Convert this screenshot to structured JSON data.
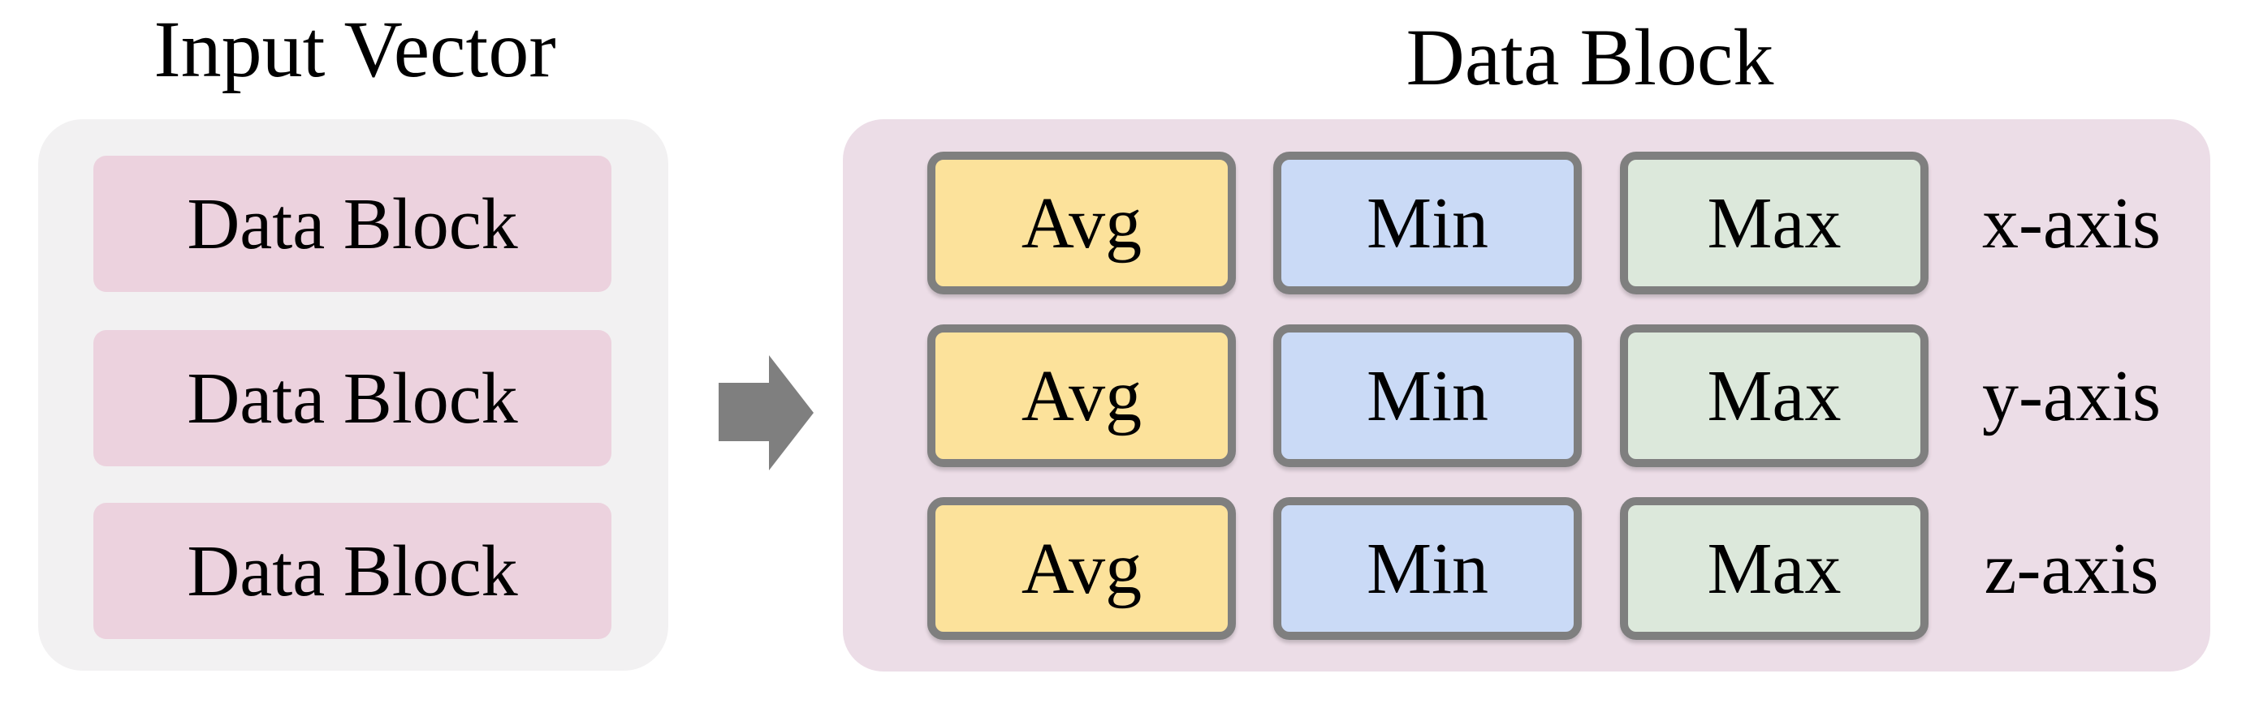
{
  "left": {
    "title": "Input Vector",
    "blocks": [
      {
        "label": "Data Block"
      },
      {
        "label": "Data Block"
      },
      {
        "label": "Data Block"
      }
    ]
  },
  "arrow": {
    "icon": "right-arrow"
  },
  "right": {
    "title": "Data Block",
    "rows": [
      {
        "axis": "x-axis",
        "cells": [
          {
            "label": "Avg"
          },
          {
            "label": "Min"
          },
          {
            "label": "Max"
          }
        ]
      },
      {
        "axis": "y-axis",
        "cells": [
          {
            "label": "Avg"
          },
          {
            "label": "Min"
          },
          {
            "label": "Max"
          }
        ]
      },
      {
        "axis": "z-axis",
        "cells": [
          {
            "label": "Avg"
          },
          {
            "label": "Min"
          },
          {
            "label": "Max"
          }
        ]
      }
    ]
  },
  "colors": {
    "left_container_bg": "#f2f1f2",
    "data_block_pink": "#ecd2de",
    "panel_pink": "#ecdde7",
    "avg_yellow": "#fce29b",
    "min_blue": "#cadaf6",
    "max_green": "#dce8db",
    "cell_border_gray": "#7f7f7f",
    "arrow_gray": "#7f7f7f",
    "text_black": "#000000"
  }
}
